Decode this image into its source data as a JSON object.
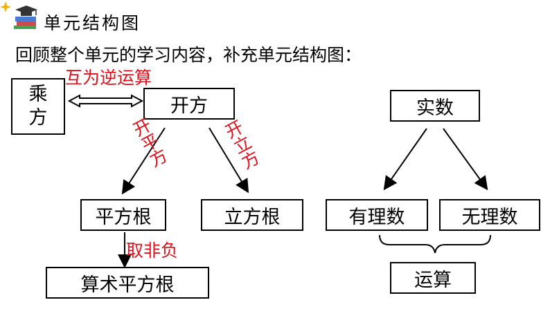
{
  "header": {
    "title": "单元结构图",
    "icon": "graduation-books-icon"
  },
  "prompt": "回顾整个单元的学习内容，补充单元结构图：",
  "left_diagram": {
    "power_box": {
      "line1": "乘",
      "line2": "方"
    },
    "root_box": "开方",
    "inverse_label": "互为逆运算",
    "square_root_branch_label": "开平方",
    "cube_root_branch_label": "开立方",
    "square_root_box": "平方根",
    "cube_root_box": "立方根",
    "non_negative_label": "取非负",
    "arithmetic_square_root_box": "算术平方根"
  },
  "right_diagram": {
    "real_numbers_box": "实数",
    "rational_box": "有理数",
    "irrational_box": "无理数",
    "operations_box": "运算"
  },
  "colors": {
    "accent_red": "#e0101a",
    "line": "#000000",
    "sparkle": "#f0b400"
  }
}
